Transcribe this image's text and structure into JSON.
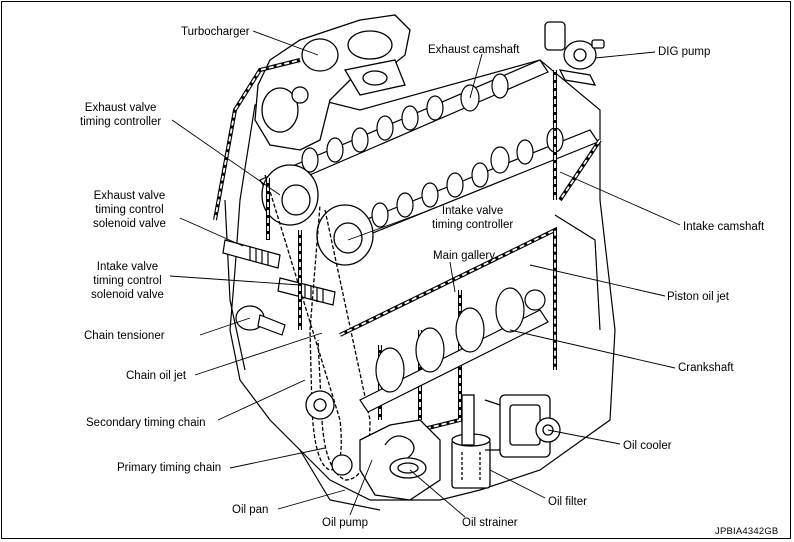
{
  "labels": {
    "turbocharger": "Turbocharger",
    "exhaust_camshaft": "Exhaust camshaft",
    "dig_pump": "DIG pump",
    "exhaust_vtc": [
      "Exhaust valve",
      "timing controller"
    ],
    "exhaust_vtc_solenoid": [
      "Exhaust valve",
      "timing control",
      "solenoid valve"
    ],
    "intake_vtc": [
      "Intake valve",
      "timing controller"
    ],
    "intake_camshaft": "Intake camshaft",
    "intake_vtc_solenoid": [
      "Intake valve",
      "timing control",
      "solenoid valve"
    ],
    "main_gallery": "Main gallery",
    "piston_oil_jet": "Piston oil jet",
    "chain_tensioner": "Chain tensioner",
    "crankshaft": "Crankshaft",
    "chain_oil_jet": "Chain oil jet",
    "secondary_timing_chain": "Secondary timing chain",
    "oil_cooler": "Oil cooler",
    "primary_timing_chain": "Primary timing chain",
    "oil_filter": "Oil filter",
    "oil_pan": "Oil pan",
    "oil_pump": "Oil pump",
    "oil_strainer": "Oil strainer"
  },
  "figure_code": "JPBIA4342GB"
}
